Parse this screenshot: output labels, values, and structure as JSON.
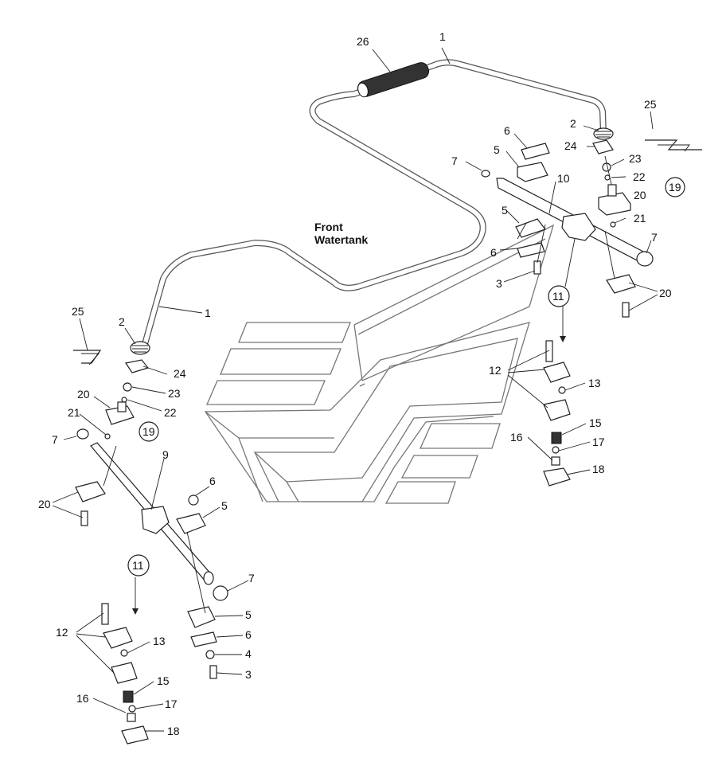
{
  "title": {
    "line1": "Front",
    "line2": "Watertank"
  },
  "callouts": {
    "c1a": "1",
    "c26": "26",
    "c2a": "2",
    "c25a": "25",
    "c24a": "24",
    "c23a": "23",
    "c22a": "22",
    "c20a": "20",
    "c19a": "19",
    "c21a": "21",
    "c7a": "7",
    "c6a": "6",
    "c5a": "5",
    "c7b": "7",
    "c10": "10",
    "c5b": "5",
    "c6b": "6",
    "c3a": "3",
    "c20b": "20",
    "c11a": "11",
    "c12a": "12",
    "c13a": "13",
    "c15a": "15",
    "c16a": "16",
    "c17a": "17",
    "c18a": "18",
    "c1b": "1",
    "c25b": "25",
    "c2b": "2",
    "c24b": "24",
    "c23b": "23",
    "c20c": "20",
    "c22b": "22",
    "c21b": "21",
    "c19b": "19",
    "c7c": "7",
    "c9": "9",
    "c6c": "6",
    "c5c": "5",
    "c20d": "20",
    "c7d": "7",
    "c11b": "11",
    "c5d": "5",
    "c6d": "6",
    "c4": "4",
    "c3b": "3",
    "c12b": "12",
    "c13b": "13",
    "c15b": "15",
    "c16b": "16",
    "c17b": "17",
    "c18b": "18"
  }
}
